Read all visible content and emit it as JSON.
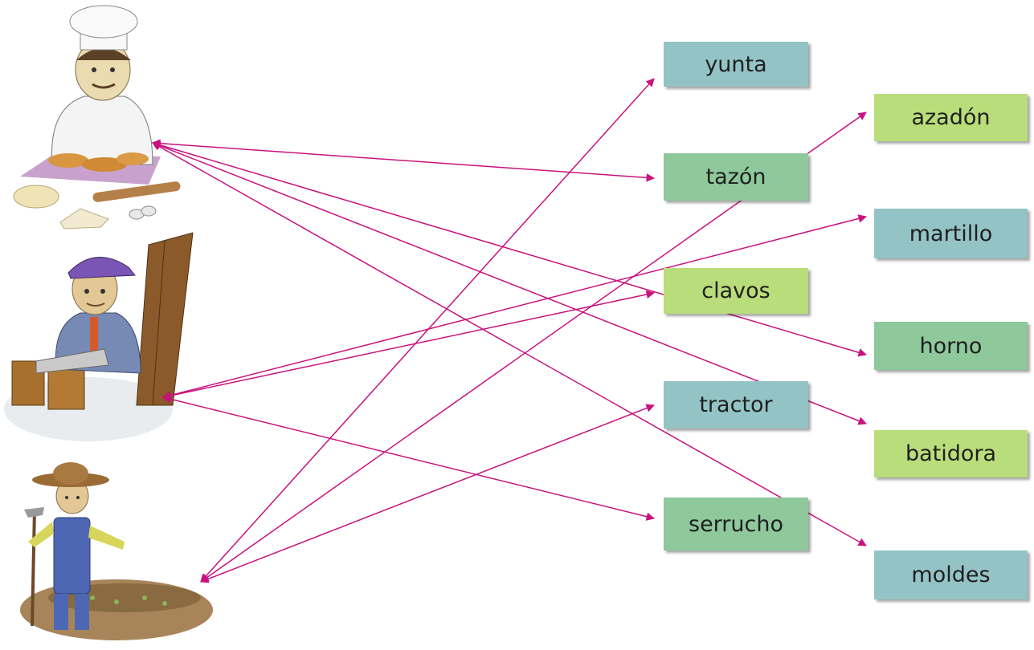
{
  "figures": {
    "chef": "chef",
    "carpenter": "carpenter",
    "farmer": "farmer"
  },
  "cards": {
    "yunta": "yunta",
    "tazon": "tazón",
    "clavos": "clavos",
    "tractor": "tractor",
    "serrucho": "serrucho",
    "azadon": "azadón",
    "martillo": "martillo",
    "horno": "horno",
    "batidora": "batidora",
    "moldes": "moldes"
  },
  "colors": {
    "teal": "#93c3c5",
    "green": "#8ec89b",
    "lime": "#b9dd7a",
    "arrow": "#c8127e"
  },
  "connections": [
    {
      "from": "chef",
      "to": "tazon"
    },
    {
      "from": "chef",
      "to": "horno"
    },
    {
      "from": "chef",
      "to": "batidora"
    },
    {
      "from": "chef",
      "to": "moldes"
    },
    {
      "from": "carpenter",
      "to": "martillo"
    },
    {
      "from": "carpenter",
      "to": "clavos"
    },
    {
      "from": "carpenter",
      "to": "serrucho"
    },
    {
      "from": "farmer",
      "to": "yunta"
    },
    {
      "from": "farmer",
      "to": "azadon"
    },
    {
      "from": "farmer",
      "to": "tractor"
    }
  ]
}
